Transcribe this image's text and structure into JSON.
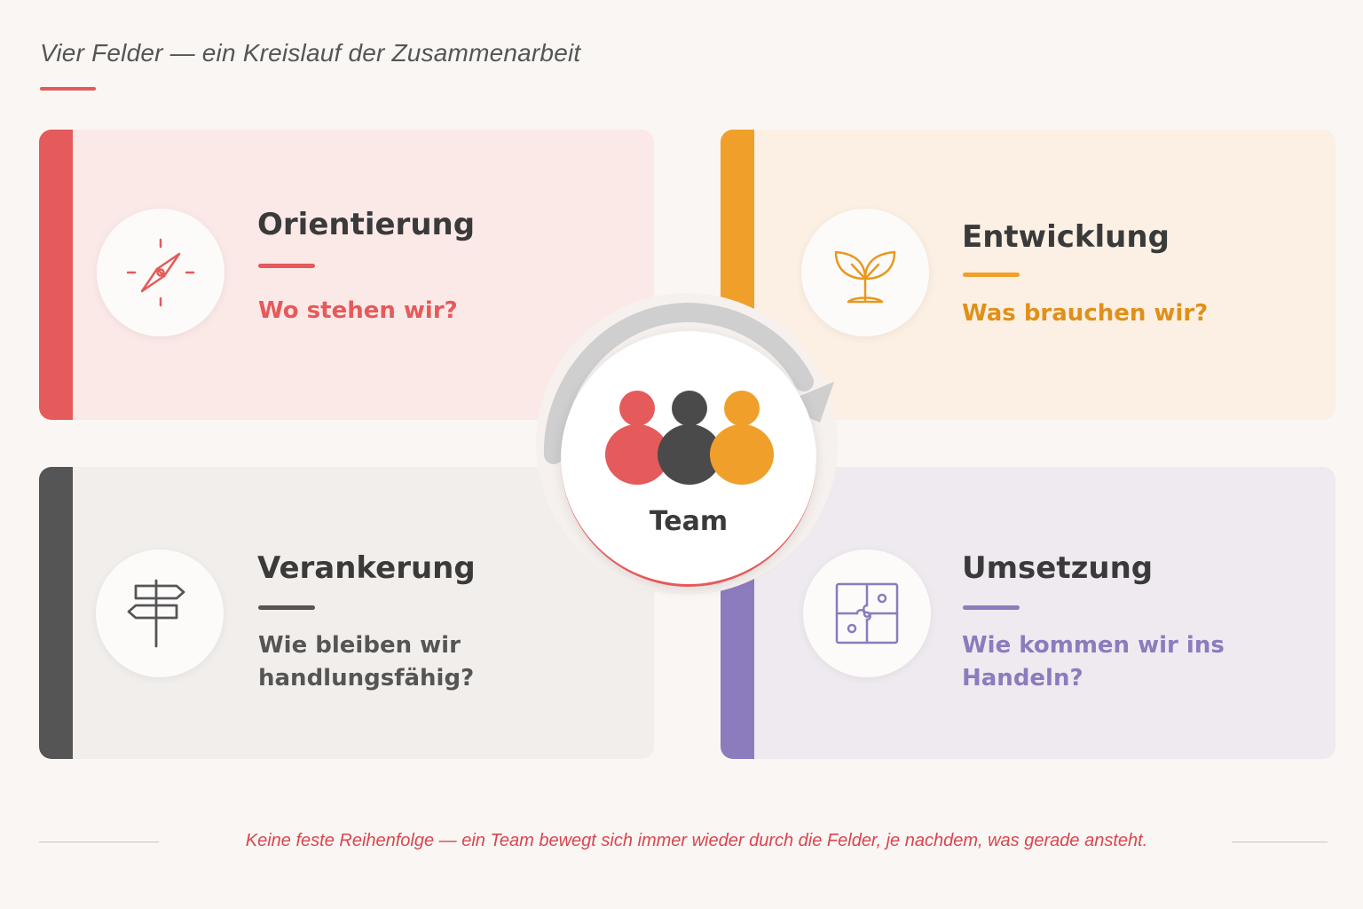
{
  "header": {
    "title": "Vier Felder — ein Kreislauf der Zusammenarbeit"
  },
  "colors": {
    "red": "#e55a5a",
    "orange": "#f0a02a",
    "dark": "#555555",
    "purple": "#8c7bbd"
  },
  "fields": [
    {
      "title": "Orientierung",
      "question": "Wo stehen wir?",
      "icon": "compass-icon",
      "color": "#e55a5a"
    },
    {
      "title": "Entwicklung",
      "question": "Was brauchen wir?",
      "icon": "sprout-icon",
      "color": "#f0a02a"
    },
    {
      "title": "Verankerung",
      "question": "Wie bleiben wir handlungsfähig?",
      "icon": "signpost-icon",
      "color": "#555555"
    },
    {
      "title": "Umsetzung",
      "question": "Wie kommen wir ins Handeln?",
      "icon": "puzzle-icon",
      "color": "#8c7bbd"
    }
  ],
  "center": {
    "label": "Team",
    "icon": "team-people-icon",
    "arrow_icon": "cycle-arrow-icon"
  },
  "footer": {
    "note": "Keine feste Reihenfolge — ein Team bewegt sich immer wieder durch die Felder, je nachdem, was gerade ansteht."
  }
}
